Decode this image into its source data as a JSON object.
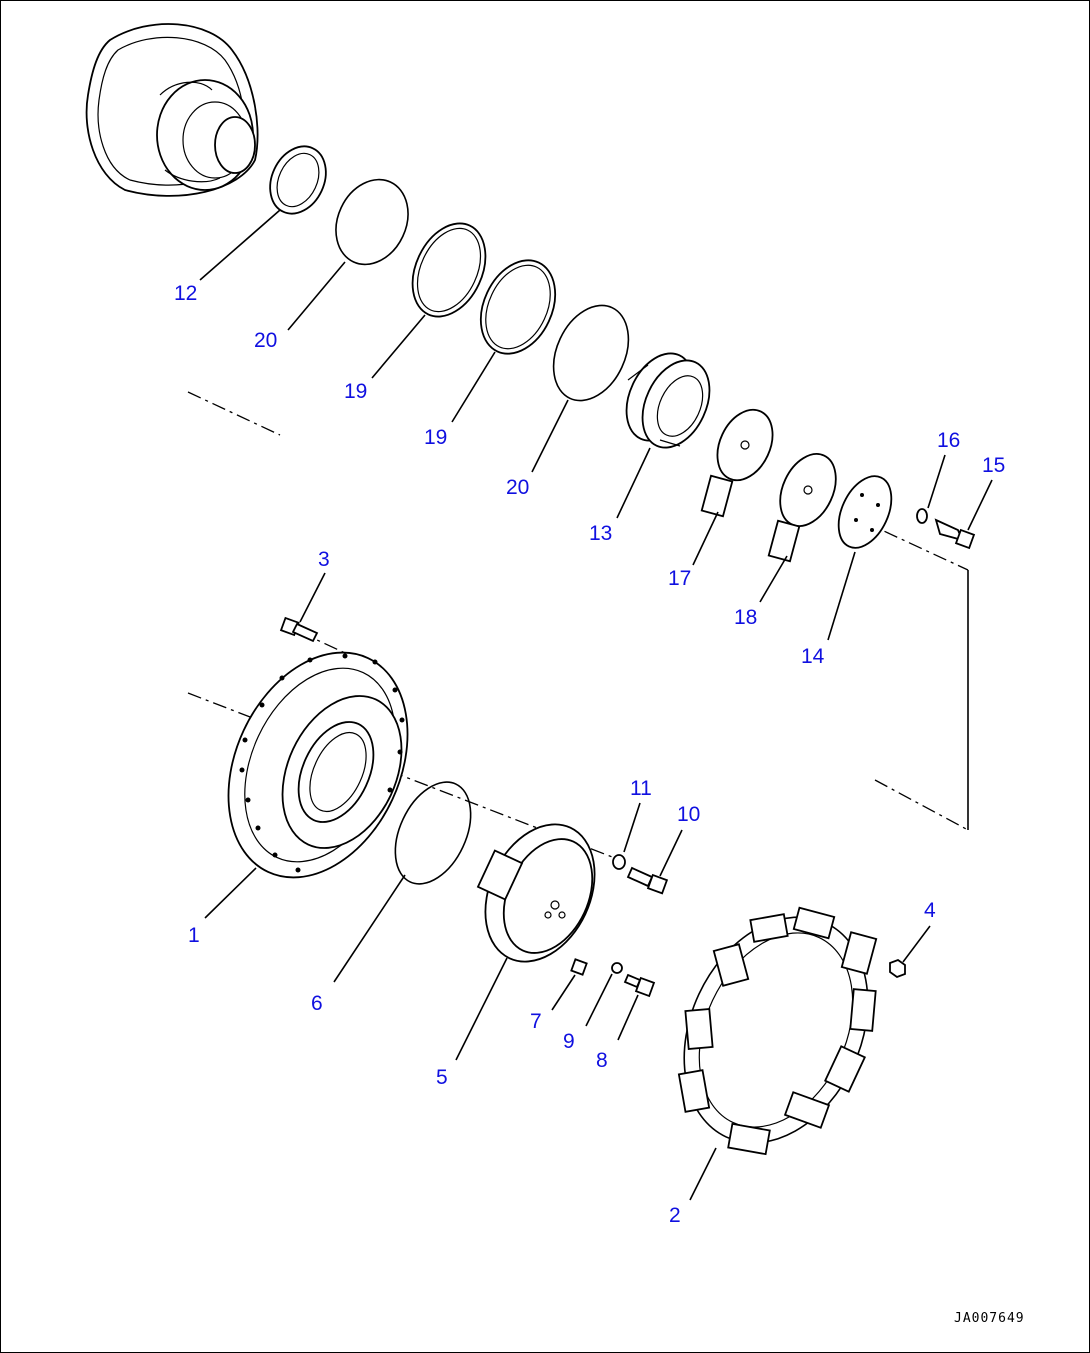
{
  "diagram": {
    "drawing_code": "JA007649",
    "labels": {
      "l12": "12",
      "l20a": "20",
      "l19a": "19",
      "l19b": "19",
      "l20b": "20",
      "l13": "13",
      "l17": "17",
      "l18": "18",
      "l14": "14",
      "l16": "16",
      "l15": "15",
      "l3": "3",
      "l11": "11",
      "l10": "10",
      "l1": "1",
      "l6": "6",
      "l4": "4",
      "l7": "7",
      "l9": "9",
      "l8": "8",
      "l5": "5",
      "l2": "2"
    },
    "colors": {
      "label": "#1010e0",
      "line": "#000000",
      "background": "#ffffff"
    }
  }
}
